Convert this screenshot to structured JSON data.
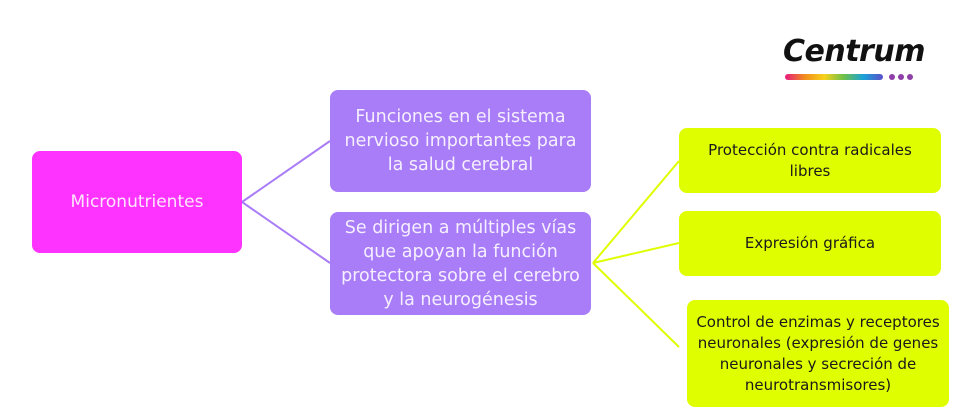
{
  "logo": {
    "brand": "Centrum"
  },
  "diagram": {
    "root": {
      "label": "Micronutrientes",
      "color": "#ff33ff"
    },
    "level1": [
      {
        "label": "Funciones en el sistema nervioso importantes para la salud cerebral",
        "color": "#a97cf8"
      },
      {
        "label": "Se dirigen a múltiples vías que apoyan la función protectora sobre el cerebro y la neurogénesis",
        "color": "#a97cf8"
      }
    ],
    "level2": [
      {
        "label": "Protección contra radicales libres",
        "color": "#dfff00"
      },
      {
        "label": "Expresión gráfica",
        "color": "#dfff00"
      },
      {
        "label": "Control de enzimas y receptores neuronales (expresión de genes neuronales y secreción de neurotransmisores)",
        "color": "#dfff00"
      }
    ],
    "connector_colors": {
      "root_to_level1": "#a97cf8",
      "level1_to_level2": "#dfff00"
    }
  }
}
